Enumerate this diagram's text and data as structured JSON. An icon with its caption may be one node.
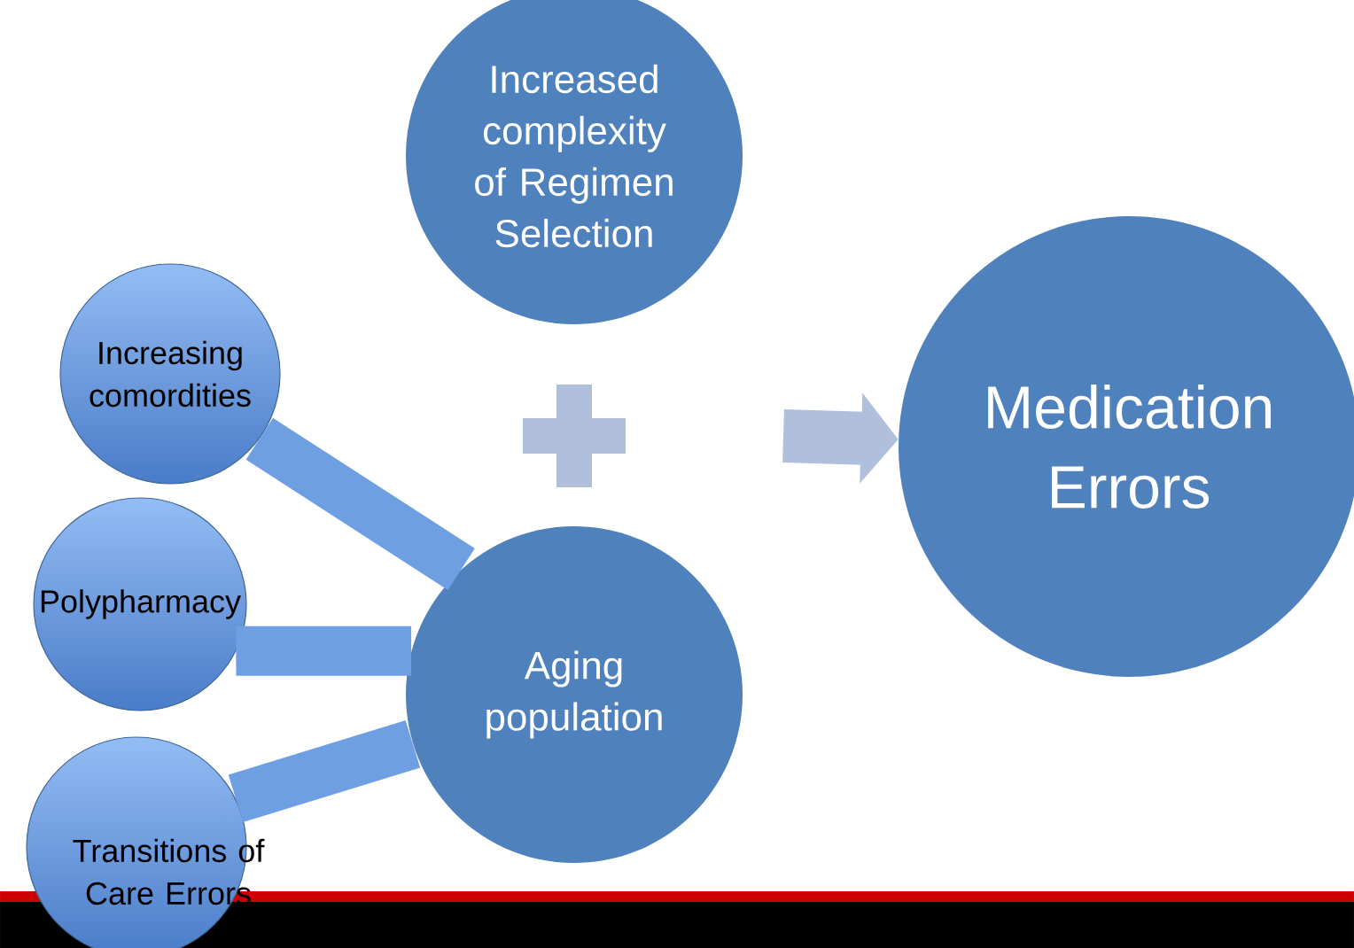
{
  "diagram": {
    "nodes": [
      {
        "text": [
          "Increased complexity of Regimen Selection"
        ]
      },
      {
        "text": [
          "Increasing comordities"
        ]
      },
      {
        "text": [
          "Polypharmacy"
        ]
      },
      {
        "text": [
          "Transitions of Care Errors"
        ]
      },
      {
        "text": [
          "Aging population"
        ]
      },
      {
        "text": [
          "Medication Errors"
        ]
      }
    ],
    "edges": [
      {
        "from": 1,
        "to": 4,
        "arrow": "none"
      },
      {
        "from": 2,
        "to": 4,
        "arrow": "none"
      },
      {
        "from": 3,
        "to": 4,
        "arrow": "none"
      },
      {
        "from": null,
        "to": 5,
        "arrow": "to",
        "color": "#b0c0dc"
      }
    ]
  }
}
